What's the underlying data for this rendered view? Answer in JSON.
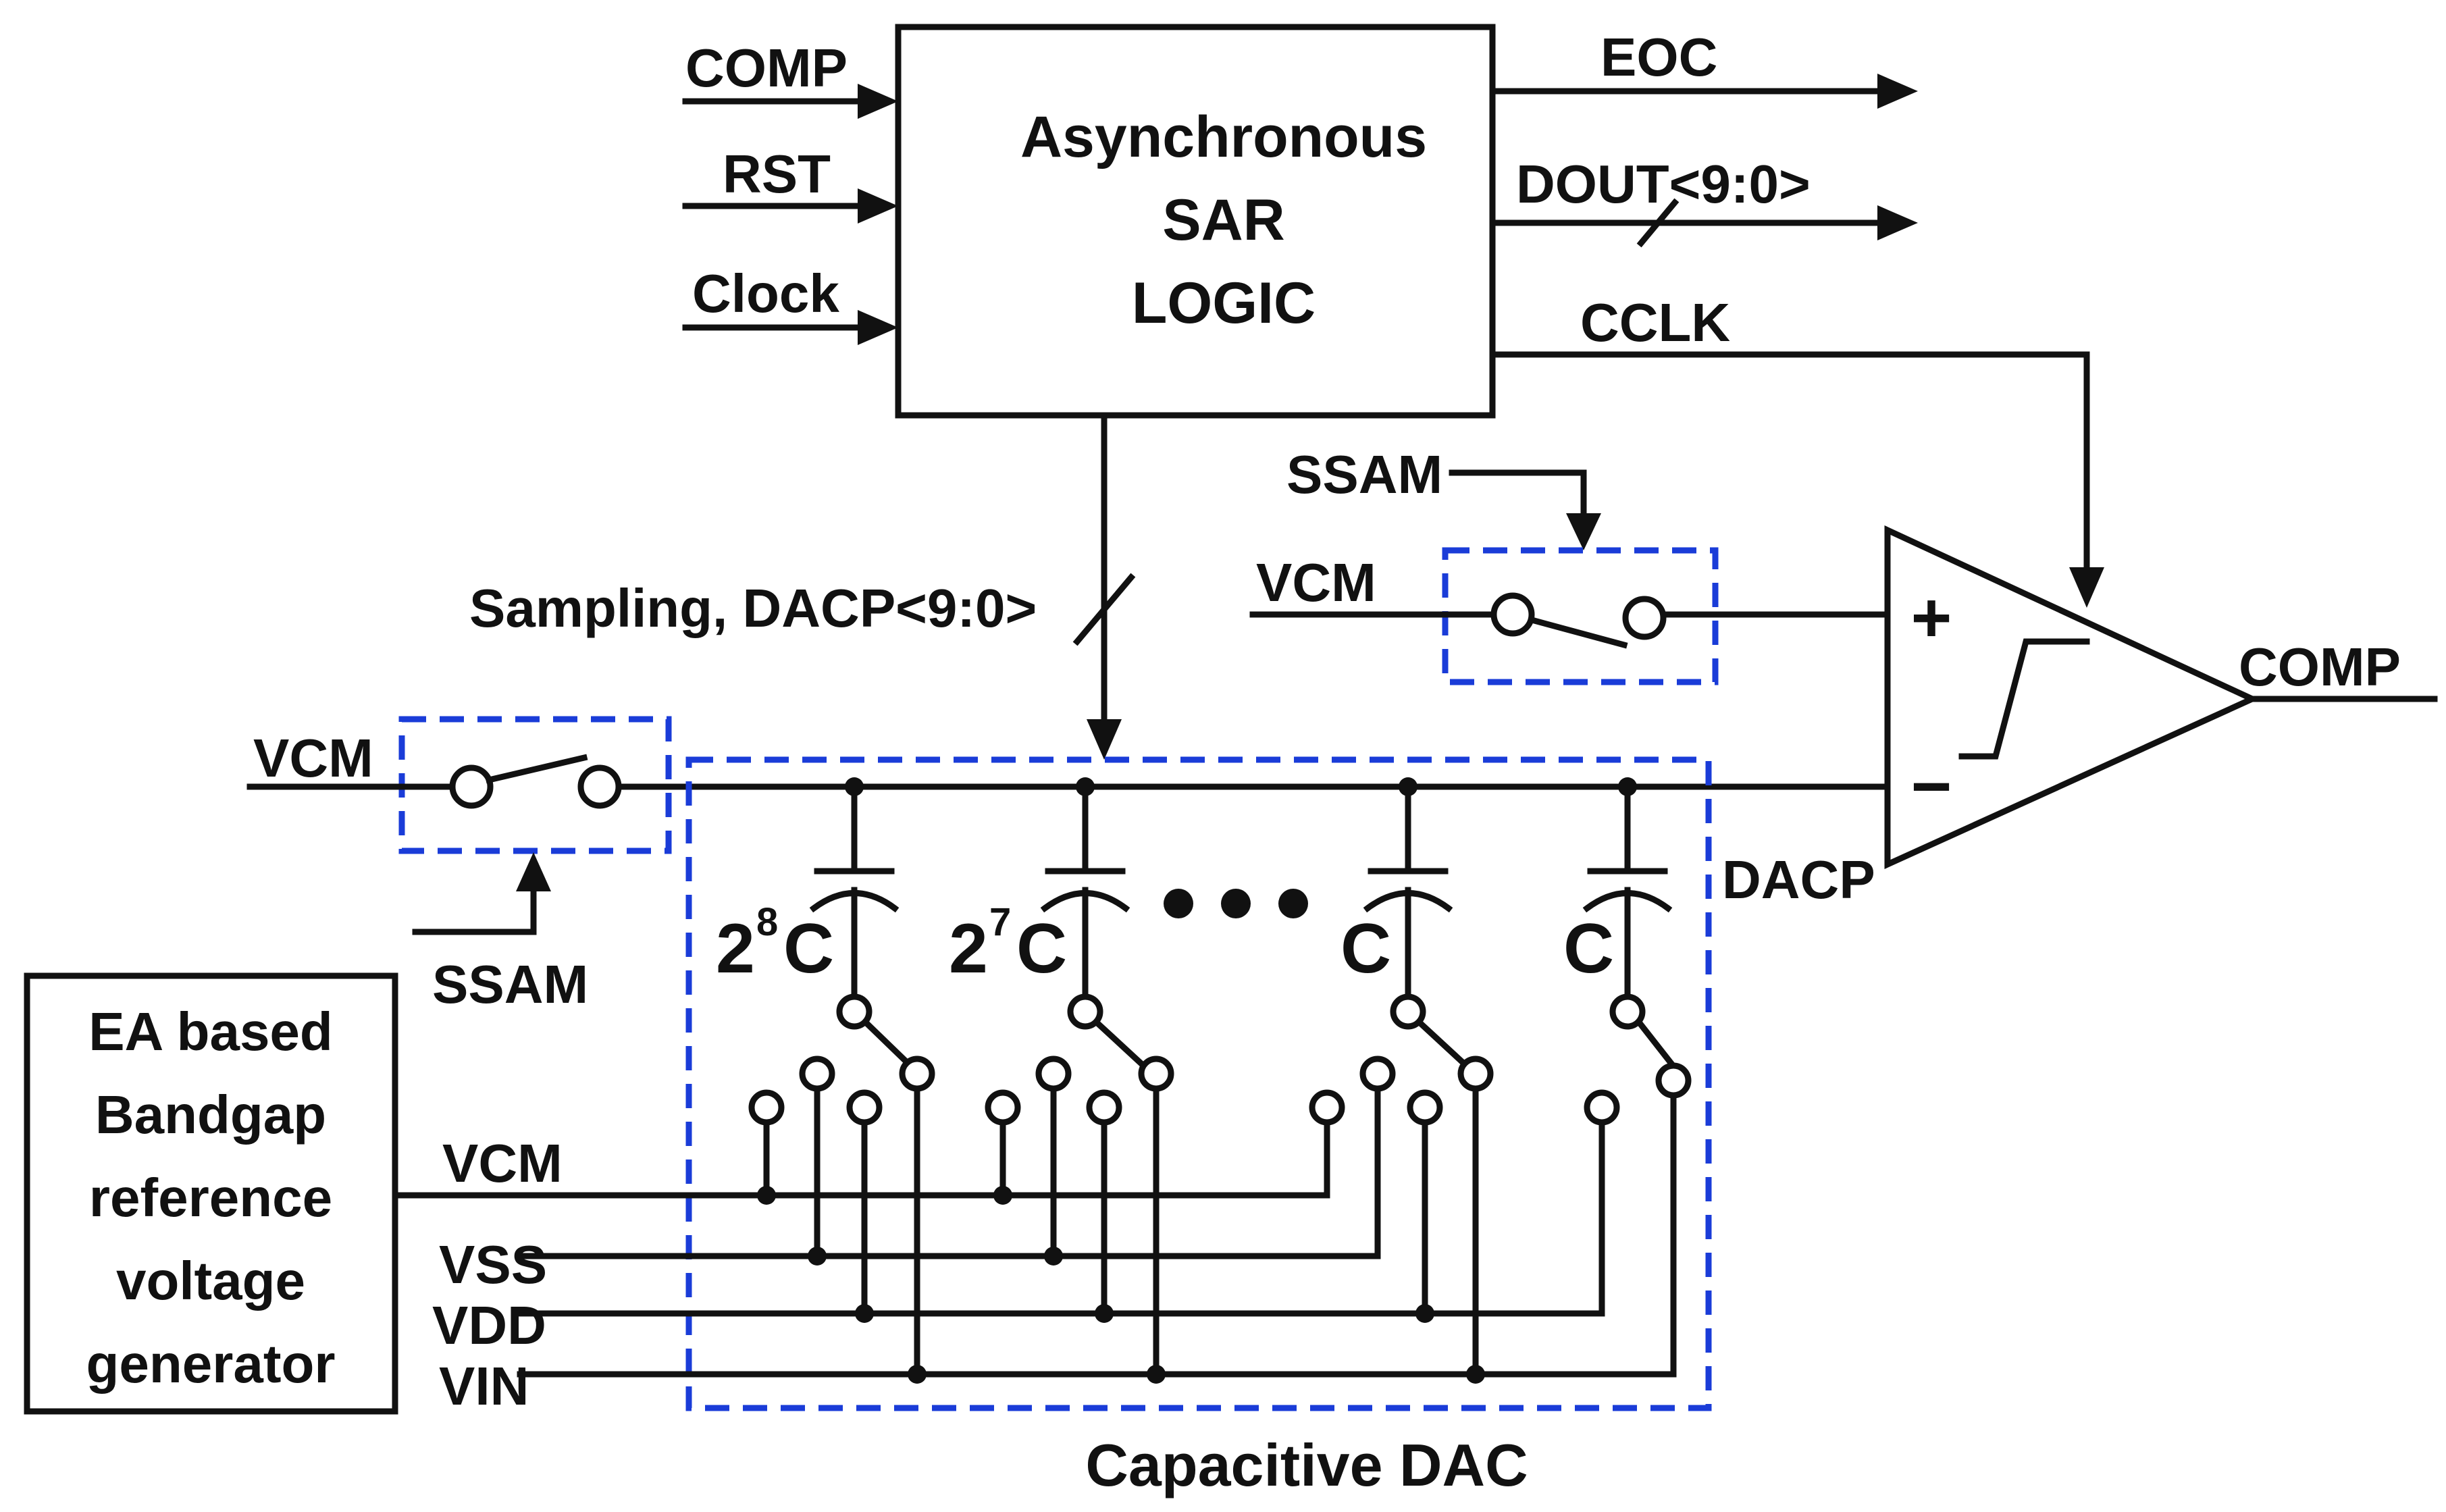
{
  "logic": {
    "title_line1": "Asynchronous",
    "title_line2": "SAR",
    "title_line3": "LOGIC",
    "in_comp": "COMP",
    "in_rst": "RST",
    "in_clock": "Clock",
    "out_eoc": "EOC",
    "out_dout": "DOUT<9:0>",
    "out_cclk": "CCLK"
  },
  "bus_label": "Sampling, DACP<9:0>",
  "top_switch": {
    "ctrl": "SSAM",
    "input": "VCM"
  },
  "left_switch": {
    "ctrl": "SSAM",
    "input": "VCM"
  },
  "comparator": {
    "plus": "+",
    "minus": "−",
    "output": "COMP",
    "node": "DACP"
  },
  "dac": {
    "title": "Capacitive DAC",
    "caps": [
      {
        "base": "2",
        "exp": "8",
        "unit": "C"
      },
      {
        "base": "2",
        "exp": "7",
        "unit": "C"
      },
      {
        "base": "",
        "exp": "",
        "unit": "C"
      },
      {
        "base": "",
        "exp": "",
        "unit": "C"
      }
    ]
  },
  "reference": {
    "line1": "EA based",
    "line2": "Bandgap",
    "line3": "reference",
    "line4": "voltage",
    "line5": "generator"
  },
  "rails": [
    "VCM",
    "VSS",
    "VDD",
    "VIN"
  ],
  "colors": {
    "ink": "#111111",
    "dashed_box": "#1a3cd8",
    "background": "#ffffff"
  }
}
